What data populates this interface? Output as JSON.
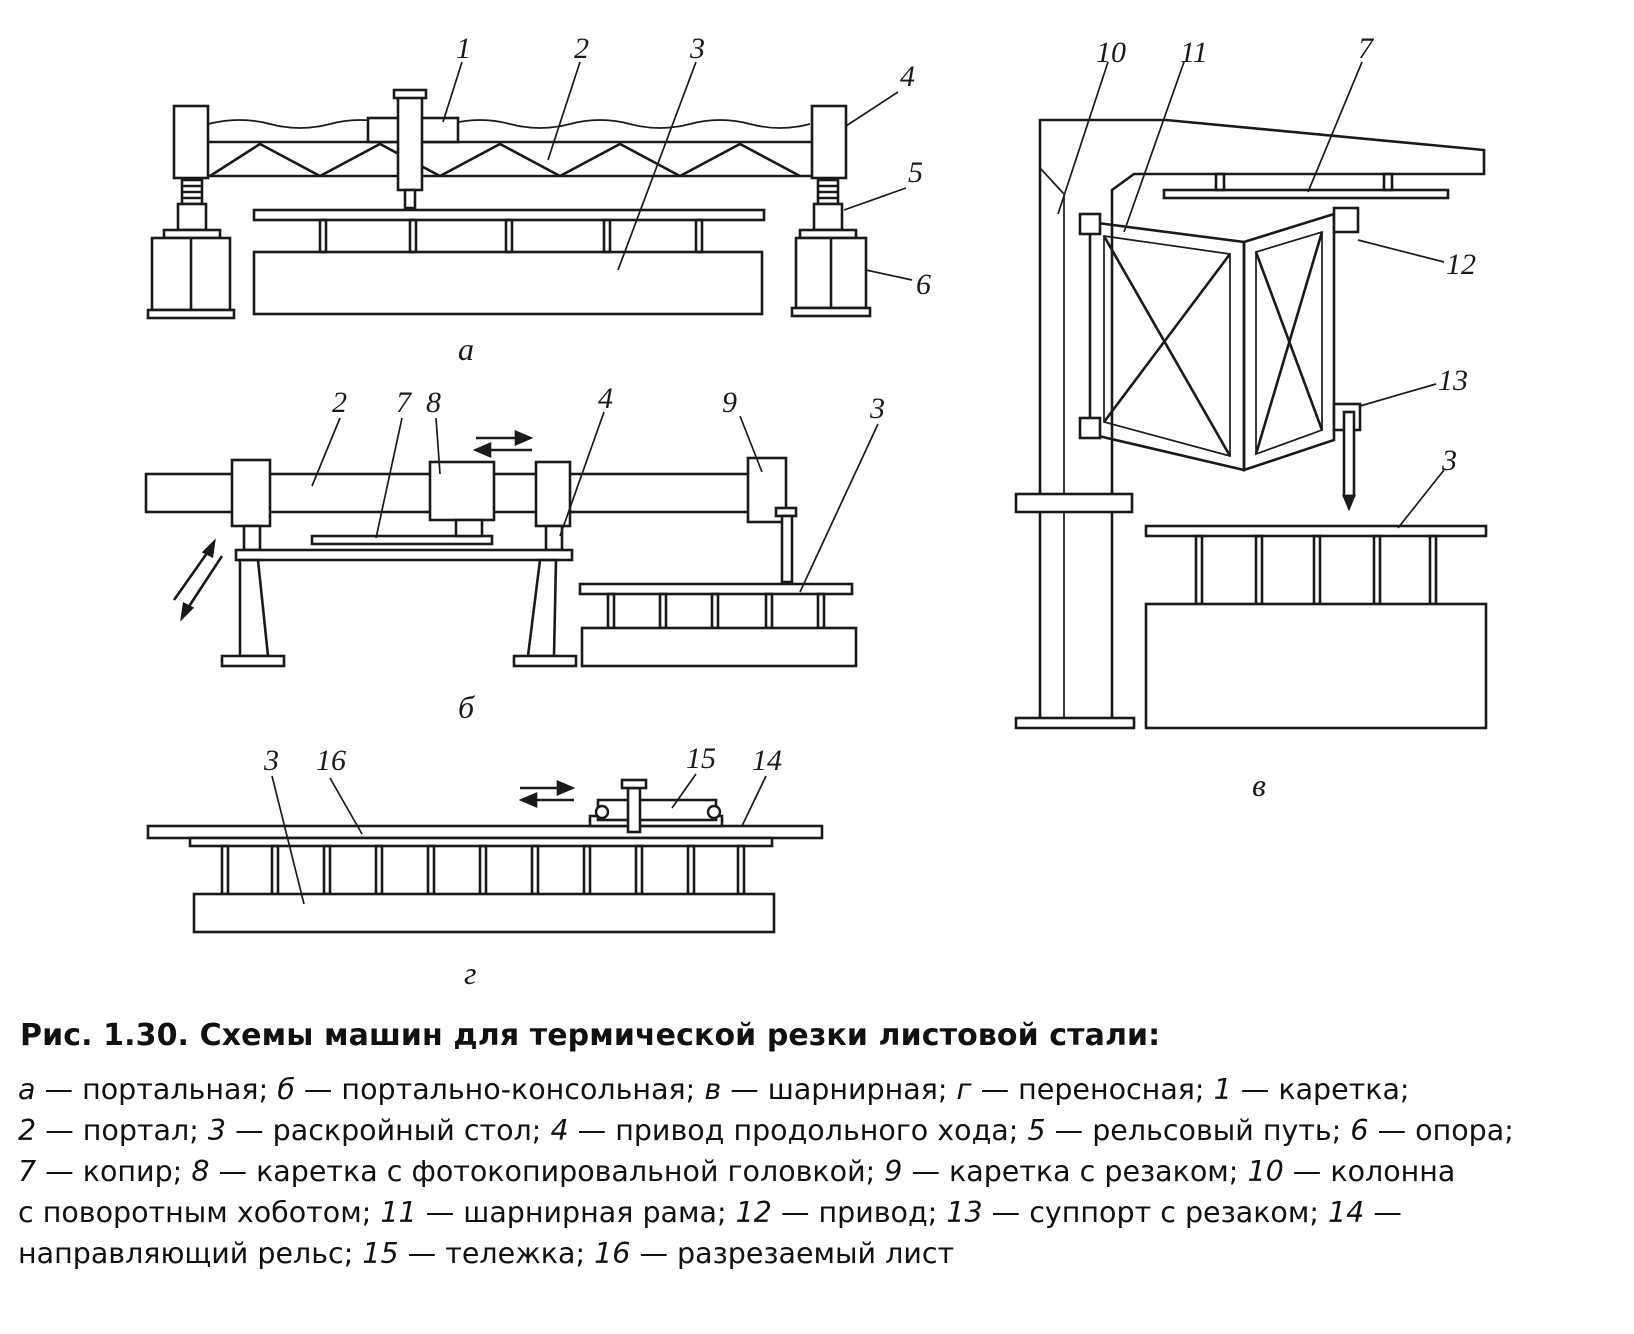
{
  "figure": {
    "labels": {
      "a": [
        "1",
        "2",
        "3",
        "4",
        "5",
        "6"
      ],
      "b": [
        "2",
        "7",
        "8",
        "4",
        "9",
        "3"
      ],
      "c": [
        "10",
        "11",
        "7",
        "12",
        "13",
        "3"
      ],
      "d": [
        "3",
        "16",
        "15",
        "14"
      ]
    },
    "subfigures": {
      "a": "а",
      "b": "б",
      "c": "в",
      "d": "г"
    }
  },
  "caption": {
    "title": "Рис. 1.30. Схемы машин для термической резки листовой стали:",
    "lines": [
      [
        {
          "t": "а",
          "i": true
        },
        {
          "t": " — портальная; "
        },
        {
          "t": "б",
          "i": true
        },
        {
          "t": " — портально-консольная; "
        },
        {
          "t": "в",
          "i": true
        },
        {
          "t": " — шарнирная; "
        },
        {
          "t": "г",
          "i": true
        },
        {
          "t": " — переносная; "
        },
        {
          "t": "1",
          "i": true
        },
        {
          "t": " — каретка;"
        }
      ],
      [
        {
          "t": "2",
          "i": true
        },
        {
          "t": " — портал; "
        },
        {
          "t": "3",
          "i": true
        },
        {
          "t": " — раскройный стол; "
        },
        {
          "t": "4",
          "i": true
        },
        {
          "t": " — привод продольного хода; "
        },
        {
          "t": "5",
          "i": true
        },
        {
          "t": " — рельсовый путь; "
        },
        {
          "t": "6",
          "i": true
        },
        {
          "t": " — опора;"
        }
      ],
      [
        {
          "t": "7",
          "i": true
        },
        {
          "t": " — копир; "
        },
        {
          "t": "8",
          "i": true
        },
        {
          "t": " — каретка с фотокопировальной головкой; "
        },
        {
          "t": "9",
          "i": true
        },
        {
          "t": " — каретка с резаком; "
        },
        {
          "t": "10",
          "i": true
        },
        {
          "t": " — колонна"
        }
      ],
      [
        {
          "t": "с поворотным хоботом; "
        },
        {
          "t": "11",
          "i": true
        },
        {
          "t": " — шарнирная рама; "
        },
        {
          "t": "12",
          "i": true
        },
        {
          "t": " — привод; "
        },
        {
          "t": "13",
          "i": true
        },
        {
          "t": " — суппорт с резаком; "
        },
        {
          "t": "14",
          "i": true
        },
        {
          "t": " —"
        }
      ],
      [
        {
          "t": "направляющий рельс; "
        },
        {
          "t": "15",
          "i": true
        },
        {
          "t": " — тележка; "
        },
        {
          "t": "16",
          "i": true
        },
        {
          "t": " — разрезаемый лист"
        }
      ]
    ]
  }
}
